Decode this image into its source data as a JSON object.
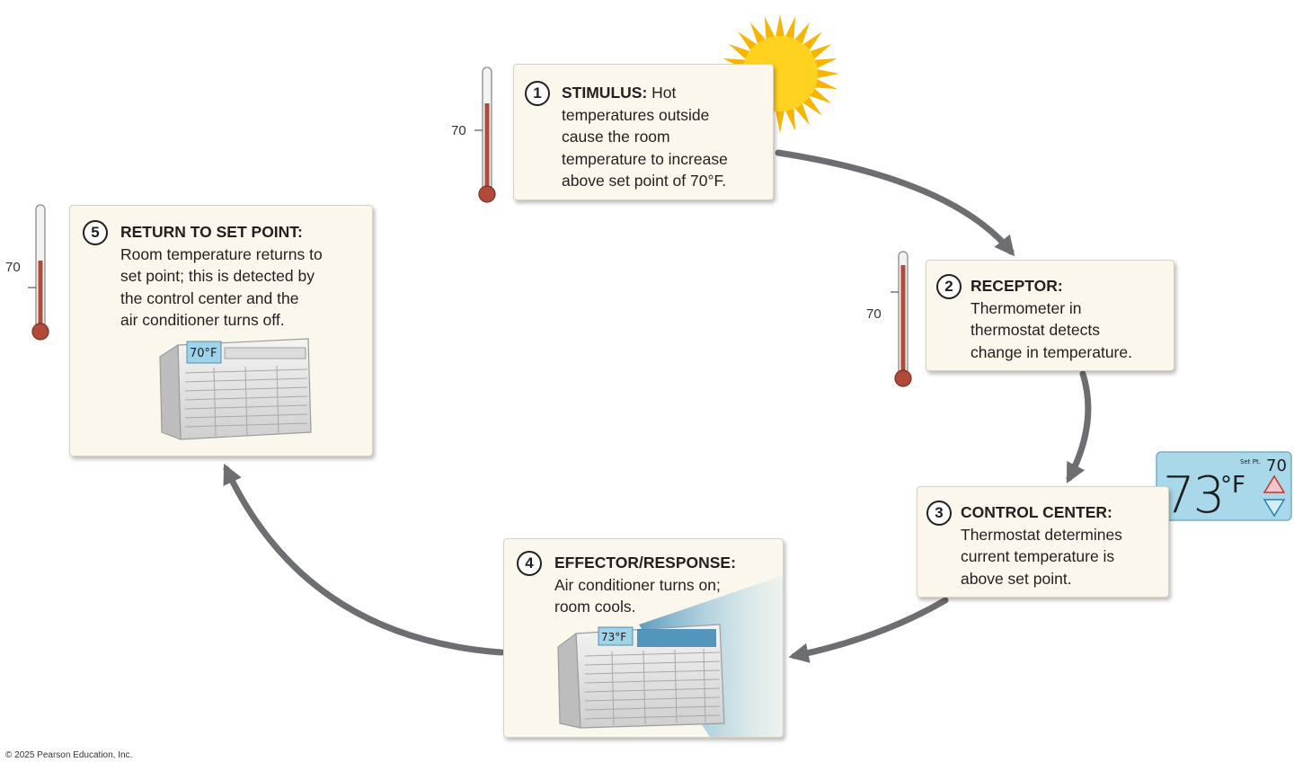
{
  "steps": [
    {
      "number": "1",
      "title": "STIMULUS:",
      "lines": [
        " Hot",
        "temperatures outside",
        "cause the room",
        "temperature to increase",
        "above set point of 70°F."
      ]
    },
    {
      "number": "2",
      "title": "RECEPTOR:",
      "lines": [
        "Thermometer in",
        "thermostat detects",
        "change in temperature."
      ]
    },
    {
      "number": "3",
      "title": "CONTROL CENTER:",
      "lines": [
        "Thermostat determines",
        "current temperature is",
        "above set point."
      ]
    },
    {
      "number": "4",
      "title": "EFFECTOR/RESPONSE:",
      "lines": [
        "Air conditioner turns on;",
        "room cools."
      ]
    },
    {
      "number": "5",
      "title": "RETURN TO SET POINT:",
      "lines": [
        "Room temperature returns to",
        "set point; this is detected by",
        "the control center and the",
        "air conditioner turns off."
      ]
    }
  ],
  "thermometer_label": "70",
  "thermostat": {
    "reading": "73",
    "unit": "°F",
    "set_label": "Set Pt.",
    "set_value": "70"
  },
  "ac_display": {
    "step4": "73°F",
    "step5": "70°F"
  },
  "colors": {
    "box_fill": "#fbf7ec",
    "arrow": "#6d6e71",
    "mercury": "#b24a3a",
    "thermostat": "#a8d8ea",
    "sun": "#f7b500"
  },
  "copyright": "© 2025 Pearson Education, Inc."
}
